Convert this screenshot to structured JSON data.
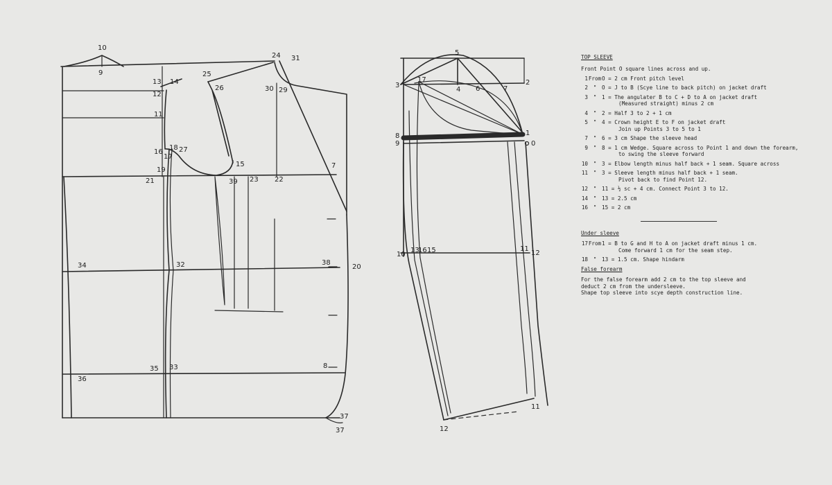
{
  "labels": {
    "jacket": [
      "10",
      "9",
      "24",
      "31",
      "25",
      "13",
      "14",
      "26",
      "30",
      "29",
      "12",
      "11",
      "16",
      "17",
      "18",
      "27",
      "15",
      "19",
      "21",
      "39",
      "23",
      "22",
      "7",
      "34",
      "32",
      "38",
      "20",
      "35",
      "33",
      "8",
      "36",
      "37"
    ],
    "sleeve": [
      "5",
      "3",
      "17",
      "4",
      "6",
      "7",
      "2",
      "8",
      "9",
      "1",
      "0",
      "10",
      "13",
      "16",
      "15",
      "11",
      "12"
    ]
  },
  "top_sleeve": {
    "heading": "TOP SLEEVE",
    "intro": "Front Point O square lines across and up.",
    "steps": [
      {
        "num": "1",
        "ditto": "From",
        "text": "O = 2 cm Front pitch level",
        "cont": ""
      },
      {
        "num": "2",
        "ditto": "\"",
        "text": "O = J to B (Scye line to back pitch) on jacket draft",
        "cont": ""
      },
      {
        "num": "3",
        "ditto": "\"",
        "text": "1 = The angulater B to C + D to A on jacket draft",
        "cont": "(Measured straight) minus 2 cm"
      },
      {
        "num": "4",
        "ditto": "\"",
        "text": "2 = Half 3 to 2 + 1 cm",
        "cont": ""
      },
      {
        "num": "5",
        "ditto": "\"",
        "text": "4 = Crown height E to F on jacket draft",
        "cont": "Join up Points 3 to 5 to 1"
      },
      {
        "num": "7",
        "ditto": "\"",
        "text": "6 = 3 cm Shape the sleeve head",
        "cont": ""
      },
      {
        "num": "9",
        "ditto": "\"",
        "text": "8 = 1 cm Wedge.  Square across to Point 1 and down the forearm,",
        "cont": "to swing the sleeve forward"
      },
      {
        "num": "10",
        "ditto": "\"",
        "text": "3 = Elbow length minus half back + 1 seam.  Square across",
        "cont": ""
      },
      {
        "num": "11",
        "ditto": "\"",
        "text": "3 = Sleeve length minus half back + 1 seam.",
        "cont": "Pivot back to find Point 12."
      },
      {
        "num": "12",
        "ditto": "\"",
        "text": "11 = ½ sc + 4 cm.  Connect Point 3 to 12.",
        "cont": ""
      },
      {
        "num": "14",
        "ditto": "\"",
        "text": "13 = 2.5 cm",
        "cont": ""
      },
      {
        "num": "16",
        "ditto": "\"",
        "text": "15 = 2 cm",
        "cont": ""
      }
    ]
  },
  "under_sleeve": {
    "heading": "Under sleeve",
    "steps": [
      {
        "num": "17",
        "ditto": "From",
        "text": "1 = B to G and H to A on jacket draft minus 1 cm.",
        "cont": "Come forward 1 cm for the seam step."
      },
      {
        "num": "18",
        "ditto": "\"",
        "text": "13 = 1.5 cm.  Shape hindarm",
        "cont": ""
      }
    ]
  },
  "false_forearm": {
    "heading": "False forearm",
    "lines": [
      "For the false forearm add 2 cm to the top sleeve and",
      "deduct 2 cm from the undersleeve.",
      "Shape top sleeve into scye depth construction line."
    ]
  },
  "colors": {
    "background": "#e8e8e6",
    "ink": "#2a2a2a"
  }
}
